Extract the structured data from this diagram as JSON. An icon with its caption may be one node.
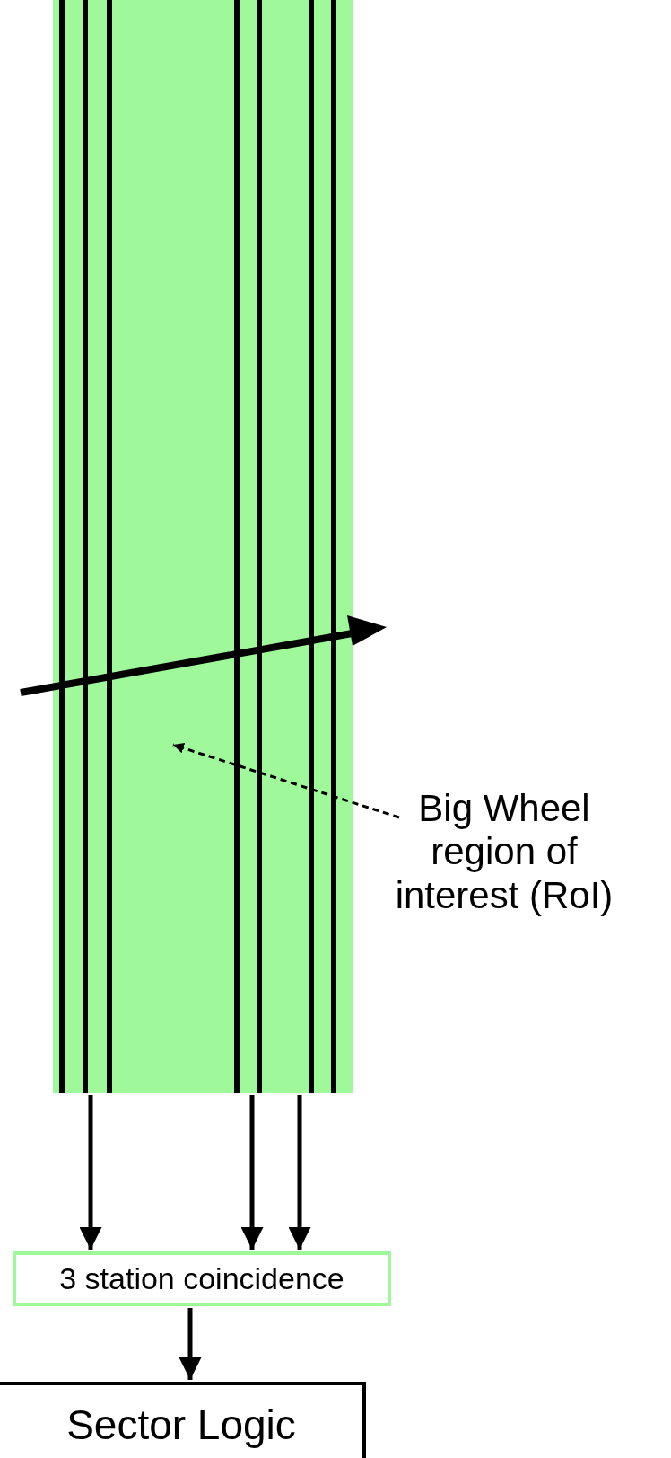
{
  "diagram": {
    "nodes": [
      {
        "text": [],
        "shape": "bar"
      },
      {
        "text": [
          "Big Wheel region of interest (RoI)"
        ]
      },
      {
        "text": [
          "3 station coincidence"
        ]
      },
      {
        "text": [
          "Sector Logic"
        ]
      }
    ],
    "edges": [
      {
        "from": 0,
        "to": 2,
        "arrow": "to"
      },
      {
        "from": 0,
        "to": 2,
        "arrow": "to"
      },
      {
        "from": 0,
        "to": 2,
        "arrow": "to"
      },
      {
        "from": 2,
        "to": 3,
        "arrow": "to"
      },
      {
        "from": 1,
        "to": 0,
        "arrow": "to",
        "style": "dashed"
      }
    ]
  }
}
